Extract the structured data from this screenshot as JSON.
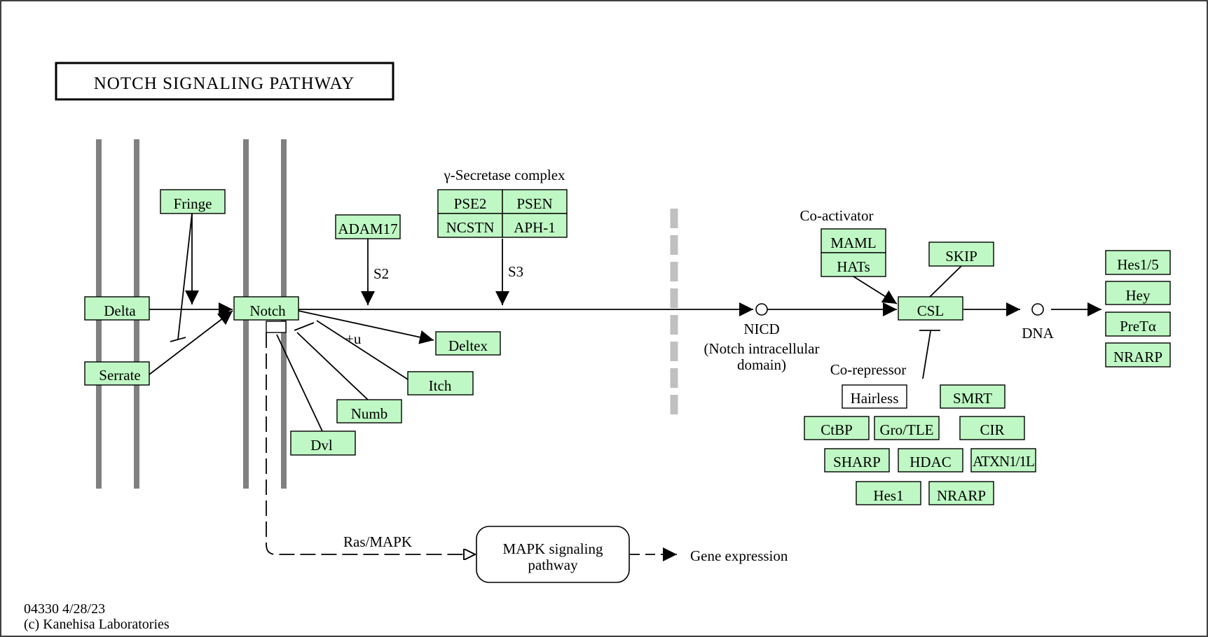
{
  "title": "NOTCH SIGNALING PATHWAY",
  "footer": {
    "line1": "04330 4/28/23",
    "line2": "(c) Kanehisa Laboratories"
  },
  "genes": {
    "fringe": "Fringe",
    "delta": "Delta",
    "serrate": "Serrate",
    "notch": "Notch",
    "adam17": "ADAM17",
    "pse2": "PSE2",
    "psen": "PSEN",
    "ncstn": "NCSTN",
    "aph1": "APH-1",
    "deltex": "Deltex",
    "itch": "Itch",
    "numb": "Numb",
    "dvl": "Dvl",
    "maml": "MAML",
    "hats": "HATs",
    "skip": "SKIP",
    "csl": "CSL",
    "hairless": "Hairless",
    "smrt": "SMRT",
    "ctbp": "CtBP",
    "grotle": "Gro/TLE",
    "cir": "CIR",
    "sharp": "SHARP",
    "hdac": "HDAC",
    "atxn1l": "ATXN1/1L",
    "hes1": "Hes1",
    "nrarp_repressor": "NRARP",
    "hes15": "Hes1/5",
    "hey": "Hey",
    "preta": "PreTα",
    "nrarp_target": "NRARP"
  },
  "labels": {
    "gamma_secretase": "γ-Secretase complex",
    "s2": "S2",
    "s3": "S3",
    "plus_u": "+u",
    "nicd": "NICD",
    "nicd_full_1": "(Notch intracellular",
    "nicd_full_2": "domain)",
    "coactivator": "Co-activator",
    "corepressor": "Co-repressor",
    "dna": "DNA",
    "ras_mapk": "Ras/MAPK",
    "mapk_1": "MAPK signaling",
    "mapk_2": "pathway",
    "gene_expression": "Gene expression"
  },
  "colors": {
    "gene_fill": "#bff8c4",
    "membrane": "#808080",
    "nuclear_membrane": "#c0c0c0"
  }
}
